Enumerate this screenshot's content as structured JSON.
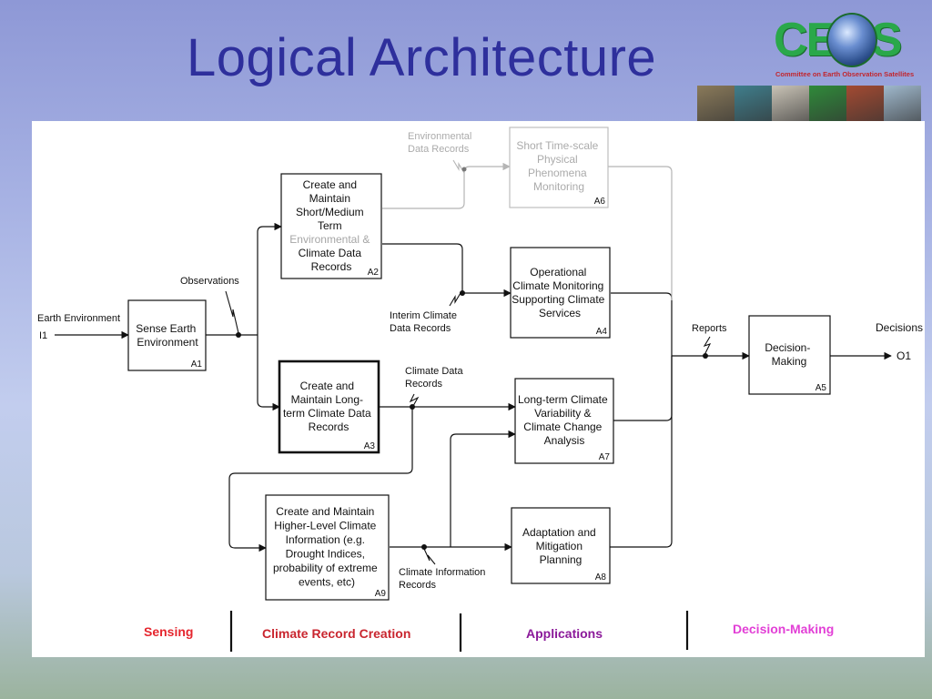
{
  "slide": {
    "title": "Logical Architecture",
    "logo": {
      "text": "CEOS",
      "subtitle": "Committee on Earth Observation Satellites"
    },
    "photo_strip": {
      "colors": [
        "#8a7a5a",
        "#3f7e8c",
        "#c9c3b6",
        "#2f8a3a",
        "#a34a32",
        "#9fb8cc"
      ]
    }
  },
  "diagram": {
    "nodes": {
      "A1": {
        "lines": [
          "Sense Earth",
          "Environment"
        ],
        "id": "A1"
      },
      "A2": {
        "lines": [
          "Create and",
          "Maintain",
          "Short/Medium",
          "Term"
        ],
        "faded_line": "Environmental &",
        "lines_after": [
          "Climate Data",
          "Records"
        ],
        "id": "A2"
      },
      "A3": {
        "lines": [
          "Create and",
          "Maintain Long-",
          "term Climate Data",
          "Records"
        ],
        "id": "A3"
      },
      "A4": {
        "lines": [
          "Operational",
          "Climate Monitoring",
          "Supporting Climate",
          "Services"
        ],
        "id": "A4"
      },
      "A5": {
        "lines": [
          "Decision-",
          "Making"
        ],
        "id": "A5"
      },
      "A6": {
        "lines": [
          "Short Time-scale",
          "Physical",
          "Phenomena",
          "Monitoring"
        ],
        "id": "A6"
      },
      "A7": {
        "lines": [
          "Long-term Climate",
          "Variability &",
          "Climate Change",
          "Analysis"
        ],
        "id": "A7"
      },
      "A8": {
        "lines": [
          "Adaptation and",
          "Mitigation",
          "Planning"
        ],
        "id": "A8"
      },
      "A9": {
        "lines": [
          "Create and Maintain",
          "Higher-Level Climate",
          "Information (e.g.",
          "Drought Indices,",
          "probability of extreme",
          "events, etc)"
        ],
        "id": "A9"
      }
    },
    "labels": {
      "earth_environment": "Earth Environment",
      "input": "I1",
      "observations": "Observations",
      "env_data_records": [
        "Environmental",
        "Data Records"
      ],
      "interim_records": [
        "Interim Climate",
        "Data Records"
      ],
      "climate_data_records": [
        "Climate Data",
        "Records"
      ],
      "climate_info_records": [
        "Climate Information",
        "Records"
      ],
      "reports": "Reports",
      "decisions": "Decisions",
      "output": "O1"
    },
    "legend": [
      {
        "label": "Sensing",
        "color": "#e5262e"
      },
      {
        "label": "Climate Record Creation",
        "color": "#c9262f"
      },
      {
        "label": "Applications",
        "color": "#8b1a9a"
      },
      {
        "label": "Decision-Making",
        "color": "#e23fd6"
      }
    ]
  }
}
